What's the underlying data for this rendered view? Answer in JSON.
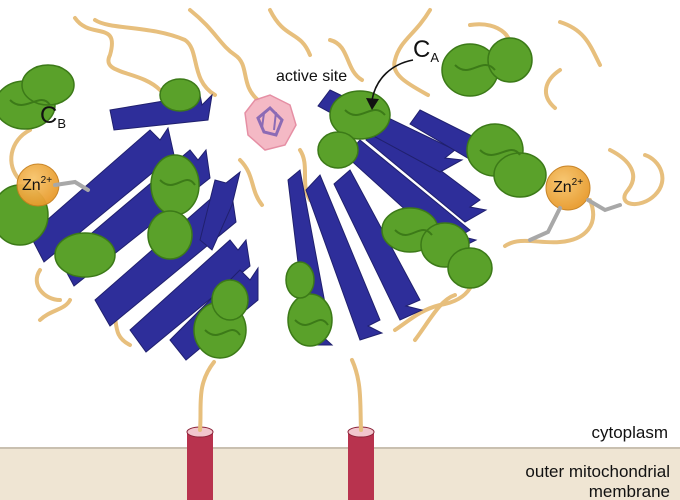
{
  "labels": {
    "active_site": "active site",
    "cytoplasm": "cytoplasm",
    "membrane": "outer mitochondrial membrane",
    "c_a": {
      "letter": "C",
      "sub": "A"
    },
    "c_b": {
      "letter": "C",
      "sub": "B"
    },
    "zinc_left": {
      "symbol": "Zn",
      "charge": "2+"
    },
    "zinc_right": {
      "symbol": "Zn",
      "charge": "2+"
    }
  },
  "colors": {
    "helix": "#5aa12a",
    "strand": "#2e2e9a",
    "loop": "#e7bf7d",
    "zinc": "#f2a93b",
    "active_site": "#f4b6c2",
    "anchor": "#b8334e",
    "membrane": "#efe5d3"
  }
}
